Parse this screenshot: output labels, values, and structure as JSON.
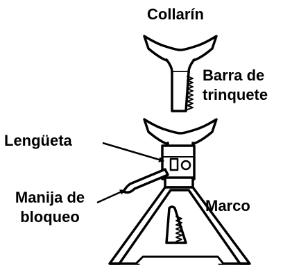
{
  "labels": {
    "collar": "Collarín",
    "ratchet_bar_line1": "Barra de",
    "ratchet_bar_line2": "trinquete",
    "tab": "Lengüeta",
    "lock_handle_line1": "Manija de",
    "lock_handle_line2": "bloqueo",
    "frame": "Marco"
  },
  "colors": {
    "ink": "#000000",
    "paper": "#ffffff"
  }
}
